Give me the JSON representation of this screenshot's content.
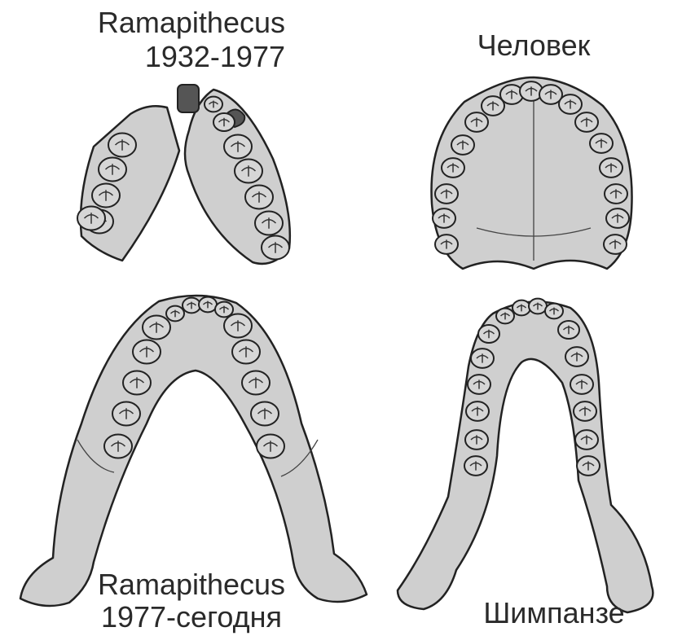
{
  "labels": {
    "top_left_line1": "Ramapithecus",
    "top_left_line2": "1932-1977",
    "top_right": "Человек",
    "bottom_left_line1": "Ramapithecus",
    "bottom_left_line2": "1977-сегодня",
    "bottom_right": "Шимпанзе"
  },
  "colors": {
    "bone": "#cfcfcf",
    "outline": "#222222",
    "background": "#ffffff"
  }
}
